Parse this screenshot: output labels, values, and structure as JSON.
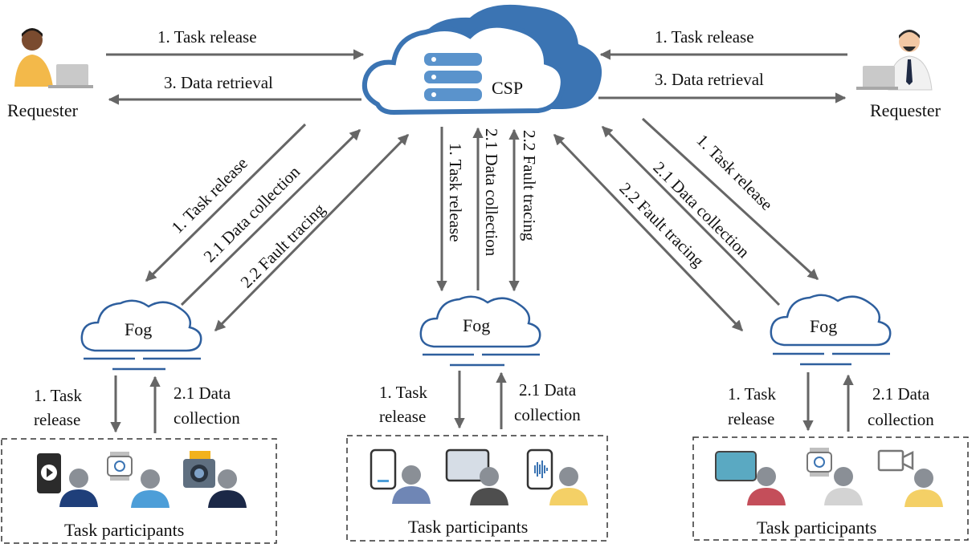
{
  "csp": {
    "label": "CSP"
  },
  "requesters": [
    {
      "label": "Requester",
      "arrows": [
        "1. Task release",
        "3. Data retrieval"
      ]
    },
    {
      "label": "Requester",
      "arrows": [
        "1. Task release",
        "3. Data retrieval"
      ]
    }
  ],
  "fogs": [
    {
      "label": "Fog",
      "links": [
        "1. Task release",
        "2.1 Data collection",
        "2.2 Fault tracing"
      ],
      "down": [
        "1. Task",
        "release"
      ],
      "up": [
        "2.1 Data",
        "collection"
      ],
      "participants": "Task participants"
    },
    {
      "label": "Fog",
      "links": [
        "1. Task release",
        "2.1 Data collection",
        "2.2 Fault tracing"
      ],
      "down": [
        "1. Task",
        "release"
      ],
      "up": [
        "2.1 Data",
        "collection"
      ],
      "participants": "Task participants"
    },
    {
      "label": "Fog",
      "links": [
        "1. Task release",
        "2.1 Data collection",
        "2.2 Fault tracing"
      ],
      "down": [
        "1. Task",
        "release"
      ],
      "up": [
        "2.1 Data",
        "collection"
      ],
      "participants": "Task participants"
    }
  ],
  "colors": {
    "cloud_dark": "#3b74b3",
    "cloud_mid": "#5a93cc",
    "fog_line": "#2e5f9e",
    "arrow": "#666666"
  }
}
